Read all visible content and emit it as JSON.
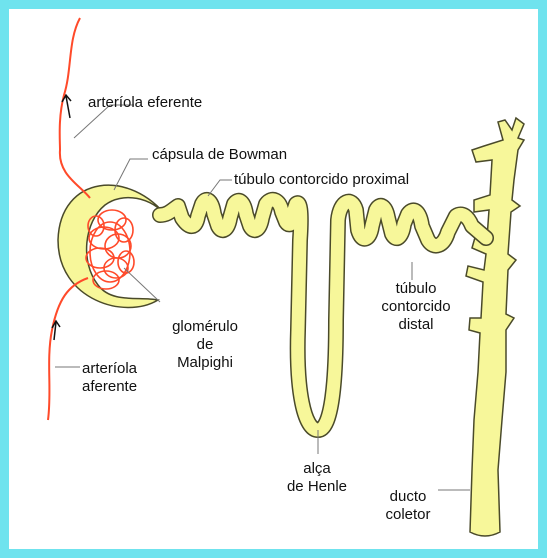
{
  "labels": {
    "arteriola_eferente": "arteríola eferente",
    "capsula_bowman": "cápsula de Bowman",
    "tubulo_proximal": "túbulo contorcido proximal",
    "glomerulo_l1": "glomérulo",
    "glomerulo_l2": "de",
    "glomerulo_l3": "Malpighi",
    "tubulo_distal_l1": "túbulo",
    "tubulo_distal_l2": "contorcido",
    "tubulo_distal_l3": "distal",
    "arteriola_l1": "arteríola",
    "arteriola_l2": "aferente",
    "alca_l1": "alça",
    "alca_l2": "de Henle",
    "ducto_l1": "ducto",
    "ducto_l2": "coletor"
  },
  "colors": {
    "frame": "#6fe3ee",
    "tubule_fill": "#f7f79a",
    "tubule_stroke": "#4a4a2a",
    "vessel": "#ff4a2a",
    "leader": "#777777"
  }
}
